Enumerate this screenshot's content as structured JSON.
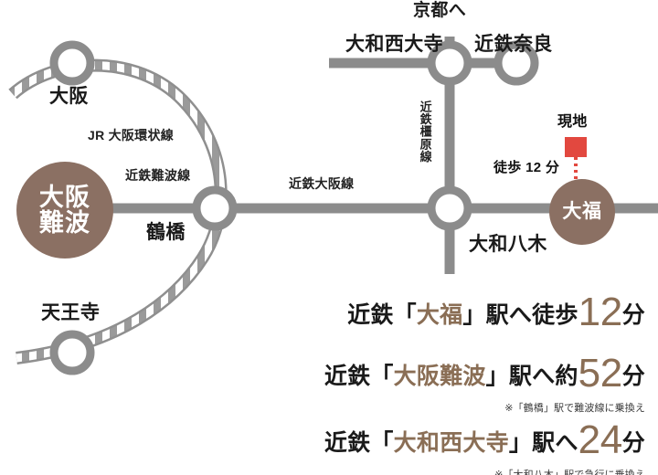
{
  "map": {
    "destination_label": "京都へ",
    "site_label": "現地",
    "walk_label": "徒歩 12 分",
    "stations": {
      "osaka": "大阪",
      "tennoji": "天王寺",
      "tsuruhashi": "鶴橋",
      "osaka_namba": [
        "大阪",
        "難波"
      ],
      "yamato_saidaiji": "大和西大寺",
      "kintetsu_nara": "近鉄奈良",
      "yamato_yagi": "大和八木",
      "daifuku": "大福"
    },
    "lines": {
      "jr_loop": "JR 大阪環状線",
      "kintetsu_namba": "近鉄難波線",
      "kintetsu_osaka": "近鉄大阪線",
      "kintetsu_kashihara": "近鉄橿原線"
    },
    "colors": {
      "rail_gray": "#8c8c8c",
      "station_brown": "#8b7063",
      "marker_red": "#e2483f",
      "accent_brown": "#8a6e55",
      "text_black": "#1a1a1a"
    }
  },
  "access": [
    {
      "prefix": "近鉄「",
      "station": "大福",
      "middle": "」駅へ徒歩",
      "minutes": "12",
      "unit": "分",
      "note": ""
    },
    {
      "prefix": "近鉄「",
      "station": "大阪難波",
      "middle": "」駅へ約",
      "minutes": "52",
      "unit": "分",
      "note": "※「鶴橋」駅で難波線に乗換え"
    },
    {
      "prefix": "近鉄「",
      "station": "大和西大寺",
      "middle": "」駅へ",
      "minutes": "24",
      "unit": "分",
      "note": "※「大和八木」駅で急行に乗換え"
    }
  ]
}
